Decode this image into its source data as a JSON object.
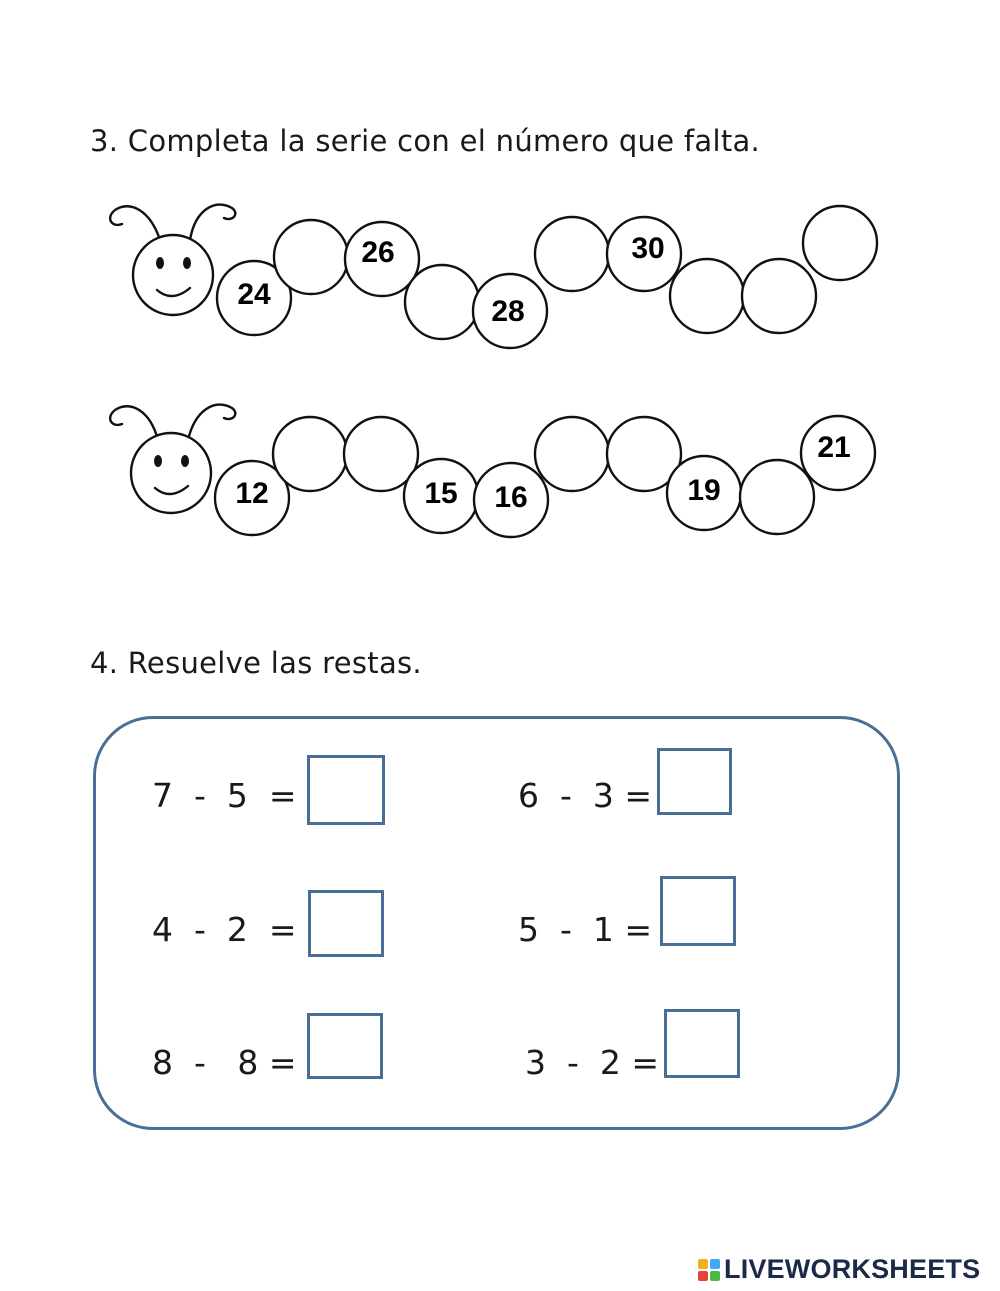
{
  "section3": {
    "title": "3. Completa la serie con el número que falta.",
    "caterpillar1": [
      "24",
      "",
      "26",
      "",
      "28",
      "",
      "30",
      "",
      "",
      ""
    ],
    "caterpillar2": [
      "12",
      "",
      "",
      "15",
      "16",
      "",
      "",
      "19",
      "",
      "21"
    ]
  },
  "section4": {
    "title": "4. Resuelve las restas.",
    "equations": [
      {
        "text": "7  -  5  =",
        "answer": ""
      },
      {
        "text": "6  -  3 =",
        "answer": ""
      },
      {
        "text": "4  -  2  =",
        "answer": ""
      },
      {
        "text": "5  -  1 =",
        "answer": ""
      },
      {
        "text": "8  -   8 =",
        "answer": ""
      },
      {
        "text": "3  -  2 =",
        "answer": ""
      }
    ]
  },
  "brand": {
    "name": "LIVEWORKSHEETS",
    "logo_colors": [
      "#f2b01e",
      "#3fa9f5",
      "#e5423b",
      "#4cb848"
    ]
  },
  "colors": {
    "panel_border": "#4a6f97"
  }
}
